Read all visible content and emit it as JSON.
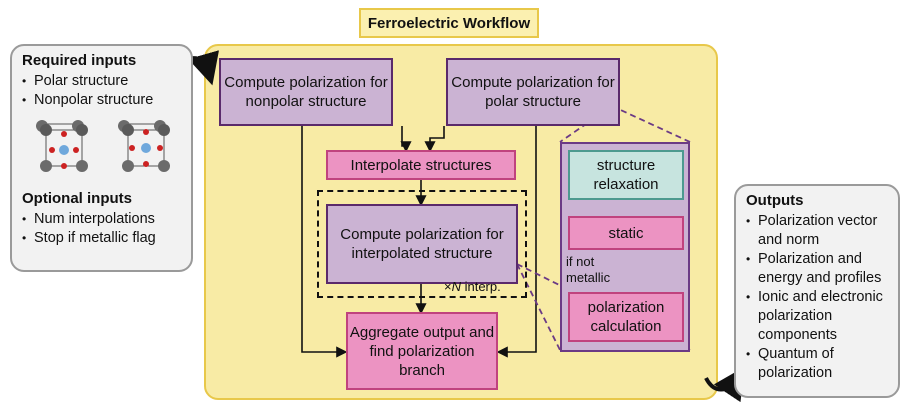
{
  "title": "Ferroelectric Workflow",
  "inputs": {
    "required_heading": "Required inputs",
    "required_items": [
      "Polar structure",
      "Nonpolar structure"
    ],
    "optional_heading": "Optional inputs",
    "optional_items": [
      "Num interpolations",
      "Stop if metallic flag"
    ]
  },
  "outputs": {
    "heading": "Outputs",
    "items": [
      "Polarization vector and norm",
      "Polarization and energy and profiles",
      "Ionic and electronic polarization components",
      "Quantum of polarization"
    ]
  },
  "nodes": {
    "nonpolar": "Compute polarization for nonpolar structure",
    "polar": "Compute polarization for polar structure",
    "interpolate": "Interpolate structures",
    "interp_compute": "Compute polarization for interpolated structure",
    "aggregate": "Aggregate output and find polarization branch",
    "relaxation": "structure relaxation",
    "static": "static",
    "polcalc": "polarization calculation"
  },
  "notes": {
    "n_interp_prefix": "×",
    "n_interp_var": "N",
    "n_interp_suffix": " interp.",
    "if_not_metallic": "if not metallic"
  },
  "colors": {
    "workflow_bg": "#f8eba5",
    "compute_box": "#cbb3d3",
    "step_box": "#ec93c2",
    "relax_box": "#c7e4df"
  }
}
